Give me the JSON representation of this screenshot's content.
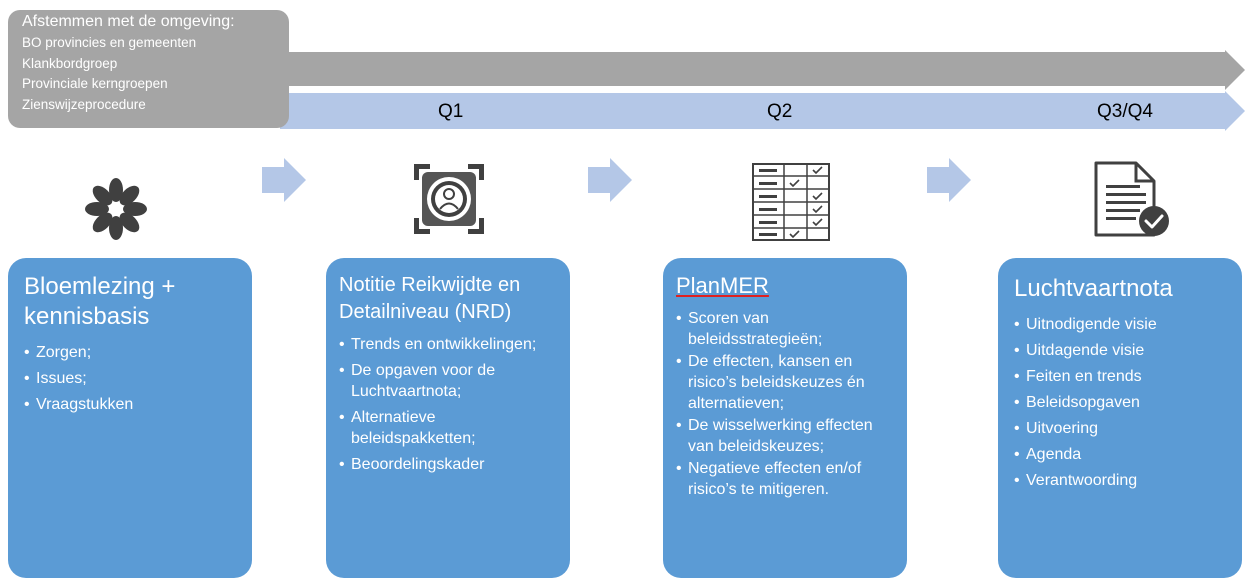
{
  "environment": {
    "title": "Afstemmen met de omgeving:",
    "items": [
      "BO provincies en gemeenten",
      "Klankbordgroep",
      "Provinciale kerngroepen",
      "Zienswijzeprocedure"
    ]
  },
  "quarters": [
    "Q1",
    "Q2",
    "Q3/Q4"
  ],
  "colors": {
    "gray": "#a5a5a5",
    "light_blue": "#b4c7e7",
    "card_blue": "#5b9bd5",
    "icon": "#404040"
  },
  "icons": [
    "flower-icon",
    "person-target-icon",
    "checklist-icon",
    "document-check-icon"
  ],
  "cards": [
    {
      "title": "Bloemlezing + kennisbasis",
      "items": [
        "Zorgen;",
        "Issues;",
        "Vraagstukken"
      ]
    },
    {
      "title": "Notitie Reikwijdte en Detailniveau (NRD)",
      "items": [
        "Trends en ontwikkelingen;",
        "De opgaven voor de Luchtvaartnota;",
        "Alternatieve beleidspakketten;",
        "Beoordelingskader"
      ]
    },
    {
      "title": "PlanMER",
      "items": [
        "Scoren van beleidsstrategieën;",
        "De effecten, kansen en risico’s beleidskeuzes én alternatieven;",
        "De wisselwerking effecten van beleidskeuzes;",
        "Negatieve effecten en/of risico’s te mitigeren."
      ]
    },
    {
      "title": "Luchtvaartnota",
      "items": [
        "Uitnodigende visie",
        "Uitdagende visie",
        "Feiten en trends",
        "Beleidsopgaven",
        "Uitvoering",
        "Agenda",
        "Verantwoording"
      ]
    }
  ]
}
